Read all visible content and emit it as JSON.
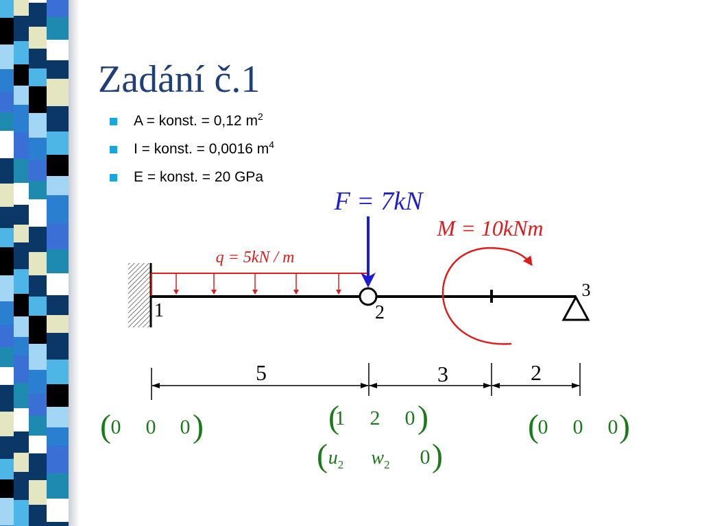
{
  "slide": {
    "title": "Zadání č.1",
    "properties": [
      {
        "base": "A = konst. = 0,12 m",
        "sup": "2"
      },
      {
        "base": "I = konst. = 0,0016 m",
        "sup": "4"
      },
      {
        "base": "E = konst. = 20 GPa",
        "sup": ""
      }
    ]
  },
  "colors": {
    "title": "#1f3f79",
    "bullet": "#18a7dc",
    "force": "#1d1dd6",
    "load": "#e01b1b",
    "dof": "#1a7a1a",
    "beam": "#000000"
  },
  "icons": {
    "bullet": "square-bullet-icon",
    "fixed_support": "fixed-support-hatch-icon",
    "pin_support": "triangle-support-icon",
    "hinge": "hinge-circle-icon",
    "moment": "curved-arrow-icon"
  },
  "diagram": {
    "force_label": "F = 7kN",
    "moment_label": "M = 10kNm",
    "distributed_load_label": "q = 5kN / m",
    "node_labels": [
      "1",
      "2",
      "3"
    ],
    "span_labels": [
      "5",
      "3",
      "2"
    ],
    "spans": [
      5,
      3,
      2
    ],
    "dof_codes": {
      "node1": [
        "0",
        "0",
        "0"
      ],
      "node2_codes": [
        "1",
        "2",
        "0"
      ],
      "node2_vars": [
        {
          "base": "u",
          "sub": "2"
        },
        {
          "base": "w",
          "sub": "2"
        },
        {
          "base": "0",
          "sub": ""
        }
      ],
      "node3": [
        "0",
        "0",
        "0"
      ]
    }
  }
}
